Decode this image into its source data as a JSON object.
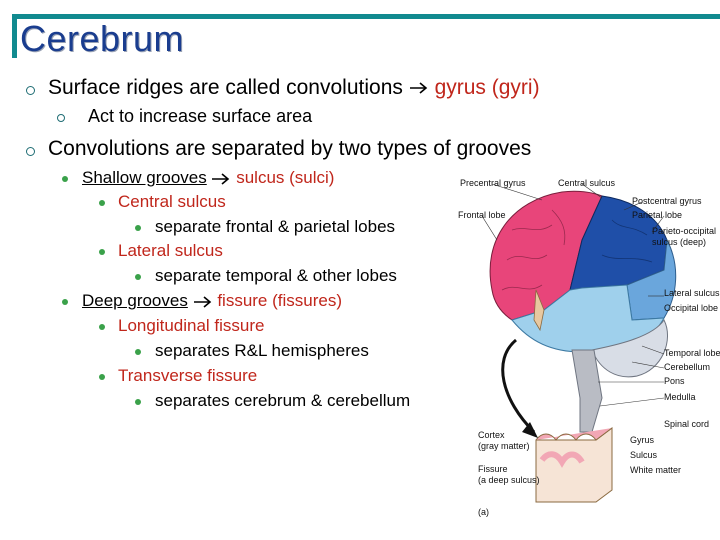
{
  "slide": {
    "title": "Cerebrum",
    "bullets": {
      "b1_text": "Surface ridges are called convolutions",
      "b1_red": "gyrus (gyri)",
      "b1_sub": "Act to increase surface area",
      "b2_text": "Convolutions are separated by two types of grooves",
      "shallow_text": "Shallow grooves",
      "shallow_red": "sulcus (sulci)",
      "central": "Central sulcus",
      "central_sub": "separate frontal & parietal lobes",
      "lateral": "Lateral sulcus",
      "lateral_sub": "separate temporal & other lobes",
      "deep_text": "Deep grooves",
      "deep_red": "fissure (fissures)",
      "longitudinal": "Longitudinal fissure",
      "longitudinal_sub": "separates R&L hemispheres",
      "transverse": "Transverse fissure",
      "transverse_sub": "separates cerebrum & cerebellum"
    }
  },
  "diagram": {
    "labels": {
      "precentral": "Precentral gyrus",
      "central": "Central sulcus",
      "postcentral": "Postcentral gyrus",
      "frontal": "Frontal lobe",
      "parietal": "Parietal lobe",
      "parieto1": "Parieto-occipital",
      "parieto2": "sulcus (deep)",
      "lateral": "Lateral sulcus",
      "occipital": "Occipital lobe",
      "temporal": "Temporal lobe",
      "cerebellum": "Cerebellum",
      "pons": "Pons",
      "medulla": "Medulla",
      "spinal": "Spinal cord",
      "cortex1": "Cortex",
      "cortex2": "(gray matter)",
      "fissure1": "Fissure",
      "fissure2": "(a deep sulcus)",
      "gyrus": "Gyrus",
      "sulcus": "Sulcus",
      "white": "White matter",
      "panel": "(a)"
    },
    "colors": {
      "frontal": "#e8457a",
      "parietal": "#1f4fa8",
      "temporal": "#9fd0ec",
      "occipital": "#6aa6dc",
      "cerebellum": "#d8dde6",
      "brainstem": "#b9bcc4",
      "gray_matter": "#f2a7b5"
    }
  }
}
